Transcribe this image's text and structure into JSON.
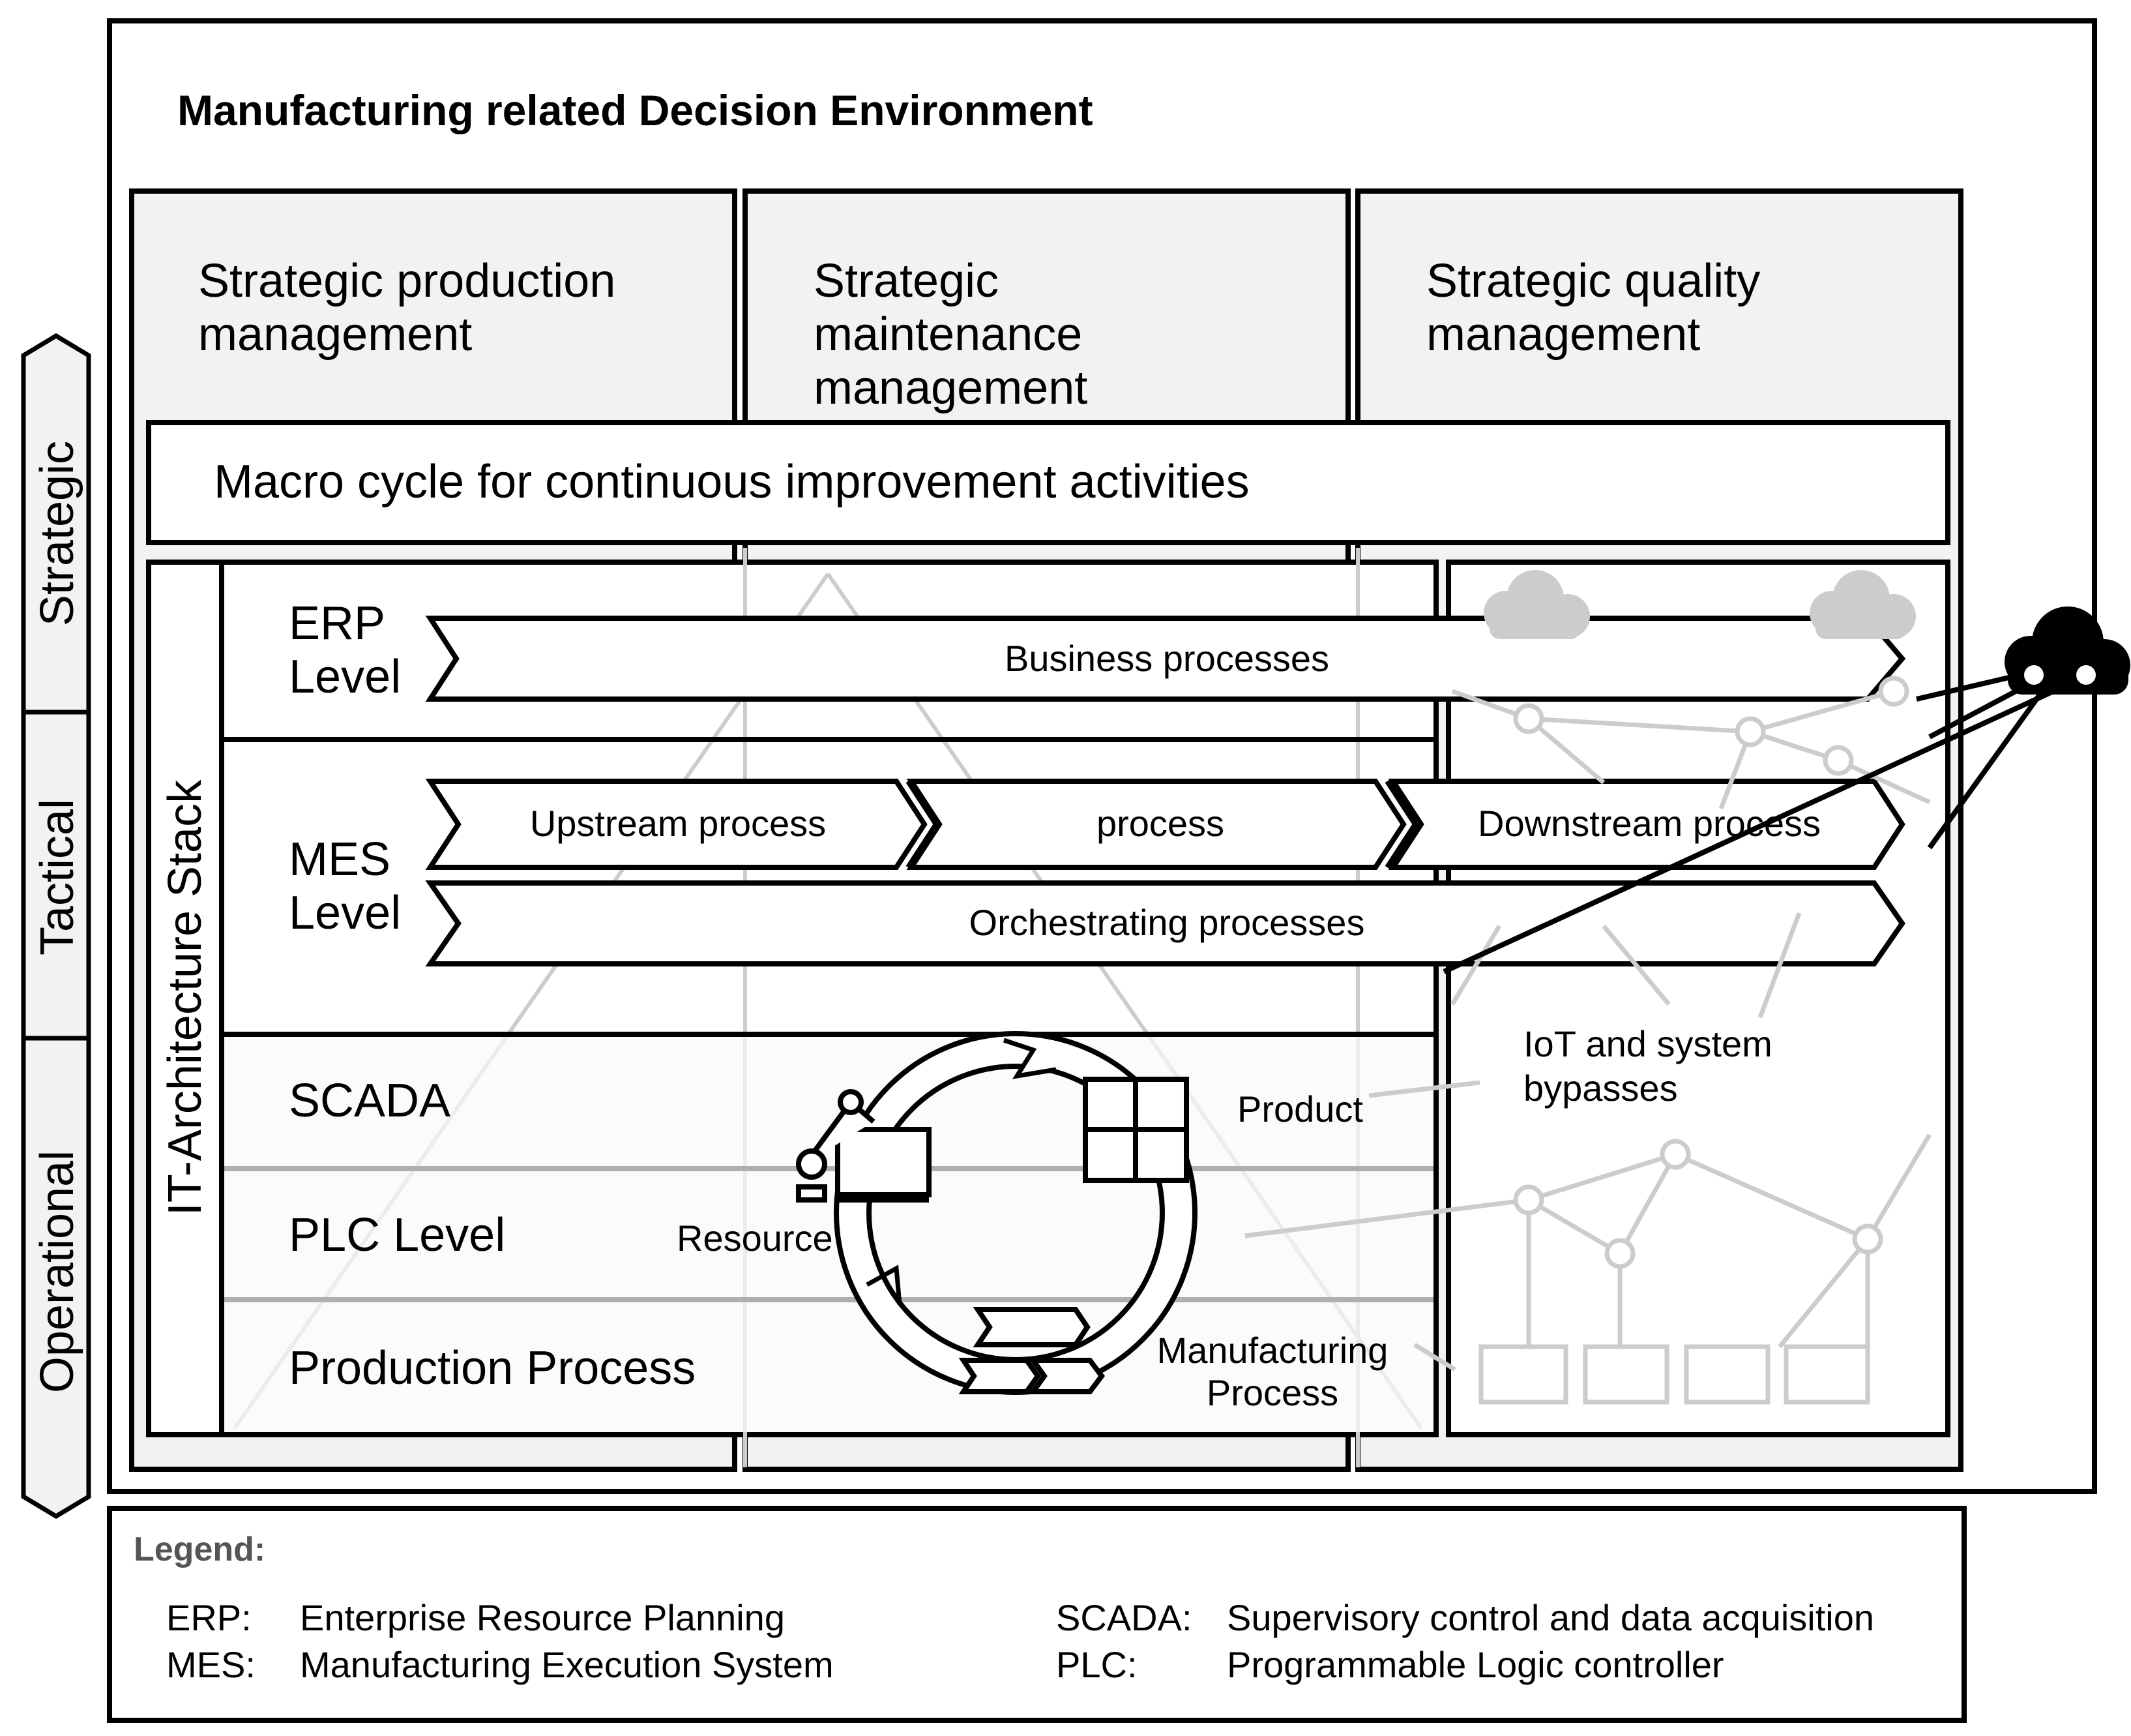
{
  "title": "Manufacturing related Decision Environment",
  "strategic_columns": [
    {
      "line1": "Strategic production",
      "line2": "management",
      "line3": ""
    },
    {
      "line1": "Strategic",
      "line2": "maintenance",
      "line3": "management"
    },
    {
      "line1": "Strategic quality",
      "line2": "management",
      "line3": ""
    }
  ],
  "macro_cycle": "Macro cycle for continuous improvement activities",
  "side_levels": {
    "strategic": "Strategic",
    "tactical": "Tactical",
    "operational": "Operational"
  },
  "stack_label": "IT-Architecture Stack",
  "levels": {
    "erp": {
      "line1": "ERP",
      "line2": "Level"
    },
    "mes": {
      "line1": "MES",
      "line2": "Level"
    },
    "scada": "SCADA",
    "plc": "PLC Level",
    "production": "Production Process"
  },
  "processes": {
    "business": "Business processes",
    "upstream": "Upstream process",
    "process": "process",
    "downstream": "Downstream process",
    "orchestrating": "Orchestrating processes"
  },
  "cycle_labels": {
    "product": "Product",
    "resource": "Resource",
    "manufacturing_1": "Manufacturing",
    "manufacturing_2": "Process"
  },
  "iot": {
    "line1": "IoT and system",
    "line2": "bypasses"
  },
  "legend": {
    "title": "Legend:",
    "entries": [
      {
        "abbr": "ERP:",
        "text": "Enterprise Resource Planning"
      },
      {
        "abbr": "MES:",
        "text": "Manufacturing Execution System"
      },
      {
        "abbr": "SCADA:",
        "text": "Supervisory control and data acquisition"
      },
      {
        "abbr": "PLC:",
        "text": "Programmable Logic controller"
      }
    ]
  },
  "colors": {
    "stroke": "#000000",
    "panel": "#f2f2f2",
    "network": "#cccccc",
    "legend_title": "#555555"
  },
  "icons": [
    "cloud-icon",
    "robot-arm-icon",
    "product-grid-icon",
    "network-node-icon"
  ]
}
